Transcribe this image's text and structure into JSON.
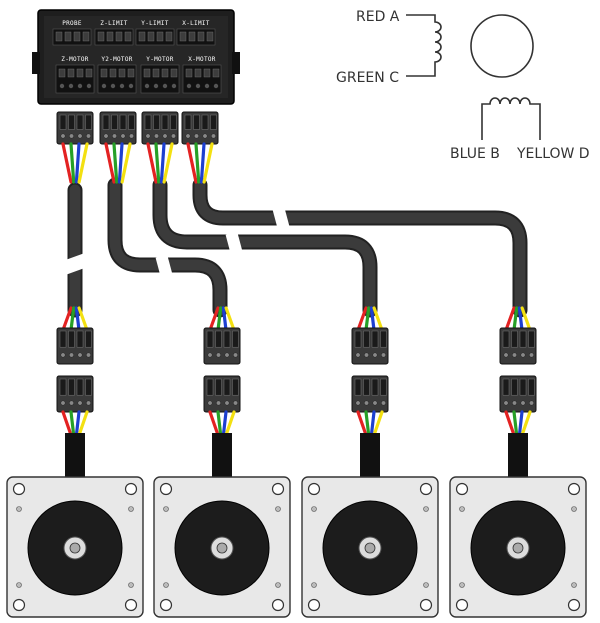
{
  "board": {
    "top_headers": [
      "PROBE",
      "Z-LIMIT",
      "Y-LIMIT",
      "X-LIMIT"
    ],
    "bottom_headers": [
      "Z-MOTOR",
      "Y2-MOTOR",
      "Y-MOTOR",
      "X-MOTOR"
    ]
  },
  "legend": {
    "red_label": "RED A",
    "green_label": "GREEN C",
    "blue_label": "BLUE B",
    "yellow_label": "YELLOW D"
  },
  "colors": {
    "board": "#1e1e1e",
    "cable": "#333333",
    "connector": "#3a3a3a",
    "motor_face": "#e8e8e8",
    "motor_disc": "#1c1c1c",
    "wire_red": "#e32222",
    "wire_green": "#27a027",
    "wire_blue": "#1d3fd0",
    "wire_yellow": "#f3e011",
    "coil": "#333333"
  },
  "motors": [
    {
      "name": "z-motor"
    },
    {
      "name": "y2-motor"
    },
    {
      "name": "y-motor"
    },
    {
      "name": "x-motor"
    }
  ]
}
